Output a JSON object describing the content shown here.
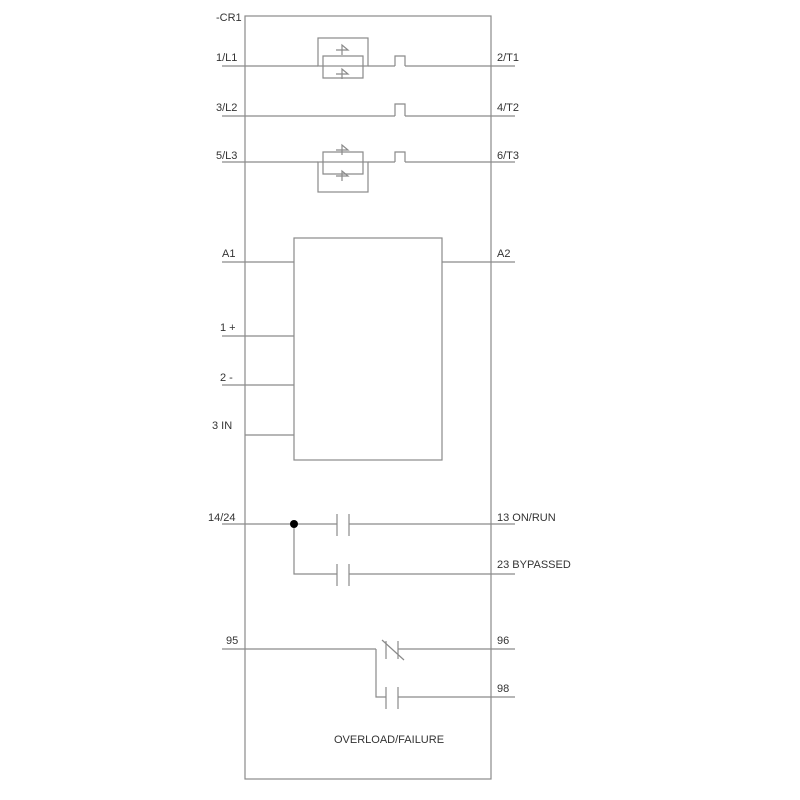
{
  "device": {
    "tag": "-CR1"
  },
  "main_circuit": {
    "lines": [
      {
        "in": "1/L1",
        "out": "2/T1",
        "thyristor": true
      },
      {
        "in": "3/L2",
        "out": "4/T2",
        "thyristor": false
      },
      {
        "in": "5/L3",
        "out": "6/T3",
        "thyristor": true
      }
    ]
  },
  "control": {
    "coil_left": "A1",
    "coil_right": "A2",
    "inputs": [
      "1 +",
      "2  -",
      "3  IN"
    ]
  },
  "aux_contacts": {
    "common": "14/24",
    "outputs": [
      "13 ON/RUN",
      "23 BYPASSED"
    ]
  },
  "fault_relay": {
    "common": "95",
    "nc": "96",
    "no": "98",
    "caption": "OVERLOAD/FAILURE"
  },
  "colors": {
    "line": "#8a8a8a",
    "text": "#333333",
    "junction": "#000000"
  }
}
